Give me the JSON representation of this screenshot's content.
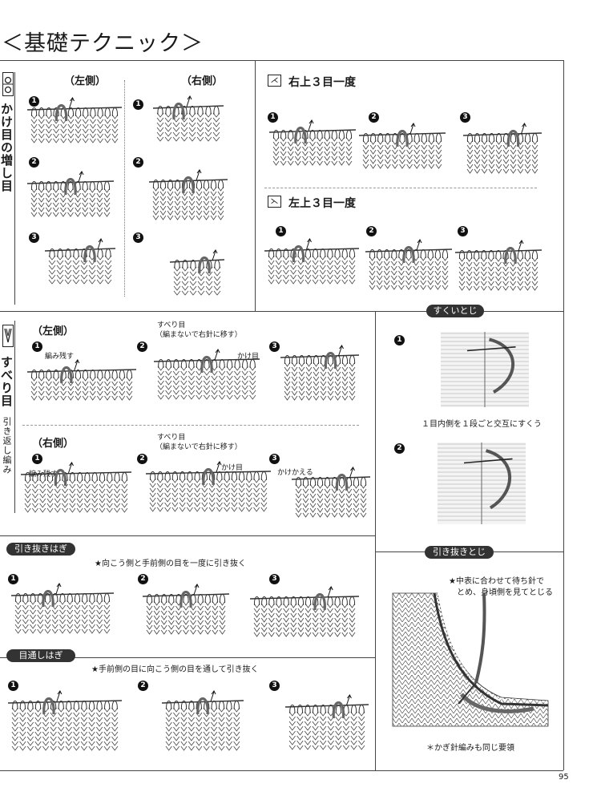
{
  "page_title": "＜基礎テクニック＞",
  "page_number": "95",
  "kakeme": {
    "title": "かけ目の増し目",
    "left_label": "（左側）",
    "right_label": "（右側）"
  },
  "migiue3": {
    "title": "右上３目一度"
  },
  "hidariue3": {
    "title": "左上３目一度"
  },
  "suberime": {
    "title": "すべり目",
    "subtitle": "引き返し編み",
    "left_label": "（左側）",
    "right_label": "（右側）",
    "left_note_1": "すべり目",
    "left_note_2": "（編まないで右針に移す）",
    "left_amiokosu": "編み残す",
    "left_kakeme": "かけ目",
    "right_note_1": "すべり目",
    "right_note_2": "（編まないで右針に移す）",
    "right_amiokosu": "編み残す",
    "right_kakeme": "かけ目",
    "right_kakekaeru": "かけかえる"
  },
  "sukuitoji": {
    "title": "すくいとじ",
    "caption": "１目内側を１段ごと交互にすくう"
  },
  "hikinukihagi": {
    "title": "引き抜きはぎ",
    "note": "★向こう側と手前側の目を一度に引き抜く"
  },
  "metooshihagi": {
    "title": "目通しはぎ",
    "note": "★手前側の目に向こう側の目を通して引き抜く"
  },
  "hikinukitoji": {
    "title": "引き抜きとじ",
    "note_1": "★中表に合わせて待ち針で",
    "note_2": "とめ、身頃側を見てとじる",
    "footnote": "＊かぎ針編みも同じ要領"
  },
  "step_numbers": [
    "1",
    "2",
    "3"
  ]
}
